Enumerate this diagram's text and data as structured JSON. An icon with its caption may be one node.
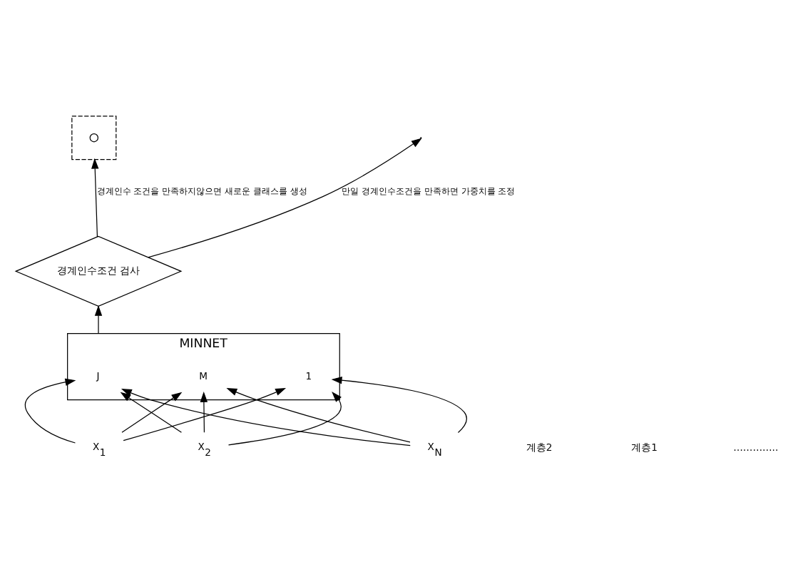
{
  "diagram": {
    "nodes": [
      {
        "text": [
          "경계인수조건 검사"
        ]
      },
      {
        "text": [
          "MINNET"
        ]
      },
      {
        "text": [
          "1"
        ],
        "in": 1
      },
      {
        "text": [
          "J"
        ],
        "in": 1
      },
      {
        "text": [
          "M"
        ],
        "in": 1
      },
      {
        "text": [],
        "shape": "box"
      },
      {
        "text": [],
        "shape": "circle",
        "in": 5
      },
      {
        "text": [
          "X$_{1}$"
        ]
      },
      {
        "text": [
          "X$_{2}$"
        ]
      },
      {
        "text": [
          "X$_{N}$"
        ]
      }
    ],
    "edges": [
      {
        "from": 7,
        "to": 2,
        "arrow": "to"
      },
      {
        "from": 7,
        "to": 3,
        "arrow": "to"
      },
      {
        "from": 7,
        "to": 4,
        "arrow": "to"
      },
      {
        "from": 8,
        "to": 2,
        "arrow": "to"
      },
      {
        "from": 8,
        "to": 3,
        "arrow": "to"
      },
      {
        "from": 8,
        "to": 4,
        "arrow": "to"
      },
      {
        "from": 9,
        "to": 2,
        "arrow": "to"
      },
      {
        "from": 9,
        "to": 3,
        "arrow": "to"
      },
      {
        "from": 9,
        "to": 4,
        "arrow": "to"
      },
      {
        "from": 1,
        "to": 0,
        "arrow": "to"
      },
      {
        "from": 0,
        "to": 5,
        "arrow": "to",
        "label": "경계인수 조건을 만족하지않으면 새로운 클래스를 생성"
      },
      {
        "from": 0,
        "to": null,
        "arrow": "to",
        "label": "만일 경계인수조건을 만족하면 가중치를 조정"
      }
    ],
    "labels": [
      "계층2",
      "계층1",
      "………….."
    ]
  }
}
